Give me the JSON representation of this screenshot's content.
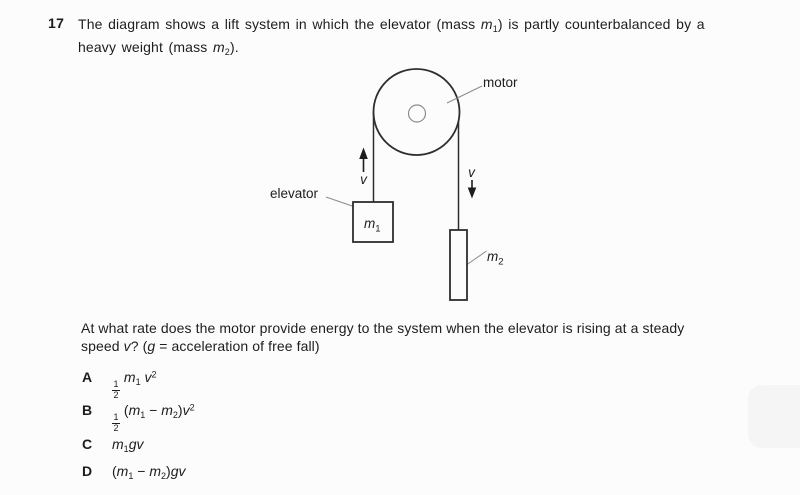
{
  "colors": {
    "ink": "#1d1d1d",
    "line": "#2e2e2e",
    "pointer": "#8c8c8c",
    "background": "#fcfcfc"
  },
  "question": {
    "number": "17",
    "line1": [
      {
        "k": "t",
        "v": "The diagram shows a lift system in which the elevator (mass "
      },
      {
        "k": "i",
        "v": "m"
      },
      {
        "k": "sub",
        "v": "1"
      },
      {
        "k": "t",
        "v": ") is partly counterbalanced by a"
      }
    ],
    "line2": [
      {
        "k": "t",
        "v": "heavy weight (mass "
      },
      {
        "k": "i",
        "v": "m"
      },
      {
        "k": "sub",
        "v": "2"
      },
      {
        "k": "t",
        "v": ")."
      }
    ]
  },
  "diagram": {
    "motor_label": "motor",
    "elevator_label": "elevator",
    "m1_base": "m",
    "m1_sub": "1",
    "m2_base": "m",
    "m2_sub": "2",
    "v_left": "v",
    "v_right": "v"
  },
  "prompt": {
    "line1": [
      {
        "k": "t",
        "v": "At what rate does the motor provide energy to the system when the elevator is rising at a steady"
      }
    ],
    "line2": [
      {
        "k": "t",
        "v": "speed "
      },
      {
        "k": "i",
        "v": "v"
      },
      {
        "k": "t",
        "v": "? ("
      },
      {
        "k": "i",
        "v": "g"
      },
      {
        "k": "t",
        "v": " = acceleration of free fall)"
      }
    ]
  },
  "options": [
    {
      "letter": "A",
      "formula": [
        {
          "k": "frac",
          "n": "1",
          "d": "2"
        },
        {
          "k": "t",
          "v": " "
        },
        {
          "k": "i",
          "v": "m"
        },
        {
          "k": "sub",
          "v": "1"
        },
        {
          "k": "t",
          "v": " "
        },
        {
          "k": "i",
          "v": "v"
        },
        {
          "k": "sup",
          "v": "2"
        }
      ]
    },
    {
      "letter": "B",
      "formula": [
        {
          "k": "frac",
          "n": "1",
          "d": "2"
        },
        {
          "k": "t",
          "v": " ("
        },
        {
          "k": "i",
          "v": "m"
        },
        {
          "k": "sub",
          "v": "1"
        },
        {
          "k": "t",
          "v": " − "
        },
        {
          "k": "i",
          "v": "m"
        },
        {
          "k": "sub",
          "v": "2"
        },
        {
          "k": "t",
          "v": ")"
        },
        {
          "k": "i",
          "v": "v"
        },
        {
          "k": "sup",
          "v": "2"
        }
      ]
    },
    {
      "letter": "C",
      "formula": [
        {
          "k": "i",
          "v": "m"
        },
        {
          "k": "sub",
          "v": "1"
        },
        {
          "k": "i",
          "v": "gv"
        }
      ]
    },
    {
      "letter": "D",
      "formula": [
        {
          "k": "t",
          "v": "("
        },
        {
          "k": "i",
          "v": "m"
        },
        {
          "k": "sub",
          "v": "1"
        },
        {
          "k": "t",
          "v": " − "
        },
        {
          "k": "i",
          "v": "m"
        },
        {
          "k": "sub",
          "v": "2"
        },
        {
          "k": "t",
          "v": ")"
        },
        {
          "k": "i",
          "v": "gv"
        }
      ]
    }
  ]
}
